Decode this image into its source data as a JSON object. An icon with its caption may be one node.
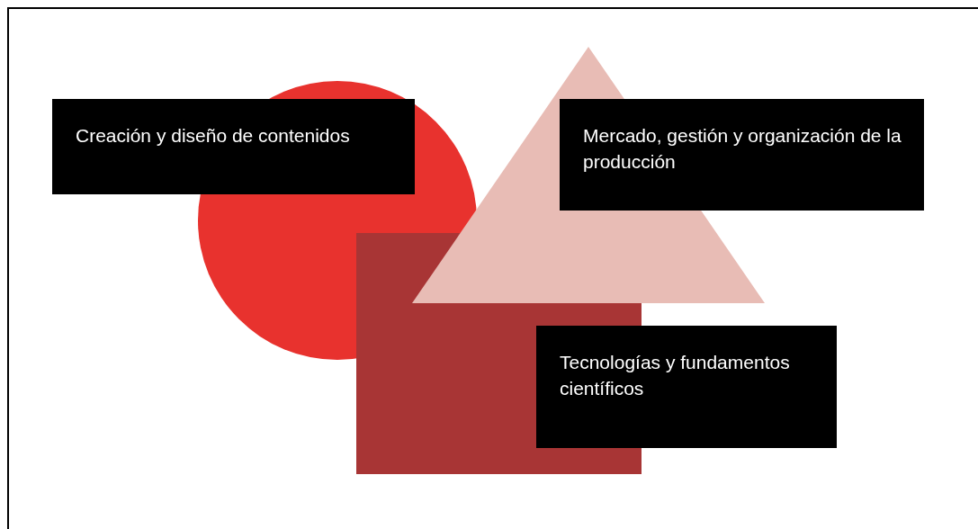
{
  "diagram": {
    "nodes": [
      {
        "text": [
          "Creación y diseño de contenidos"
        ]
      },
      {
        "text": [
          "Mercado, gestión y organización de la producción"
        ]
      },
      {
        "text": [
          "Tecnologías y fundamentos científicos"
        ]
      },
      {
        "text": [],
        "shape": "circle"
      },
      {
        "text": [],
        "shape": "triangle"
      },
      {
        "text": [],
        "shape": "box"
      }
    ]
  }
}
